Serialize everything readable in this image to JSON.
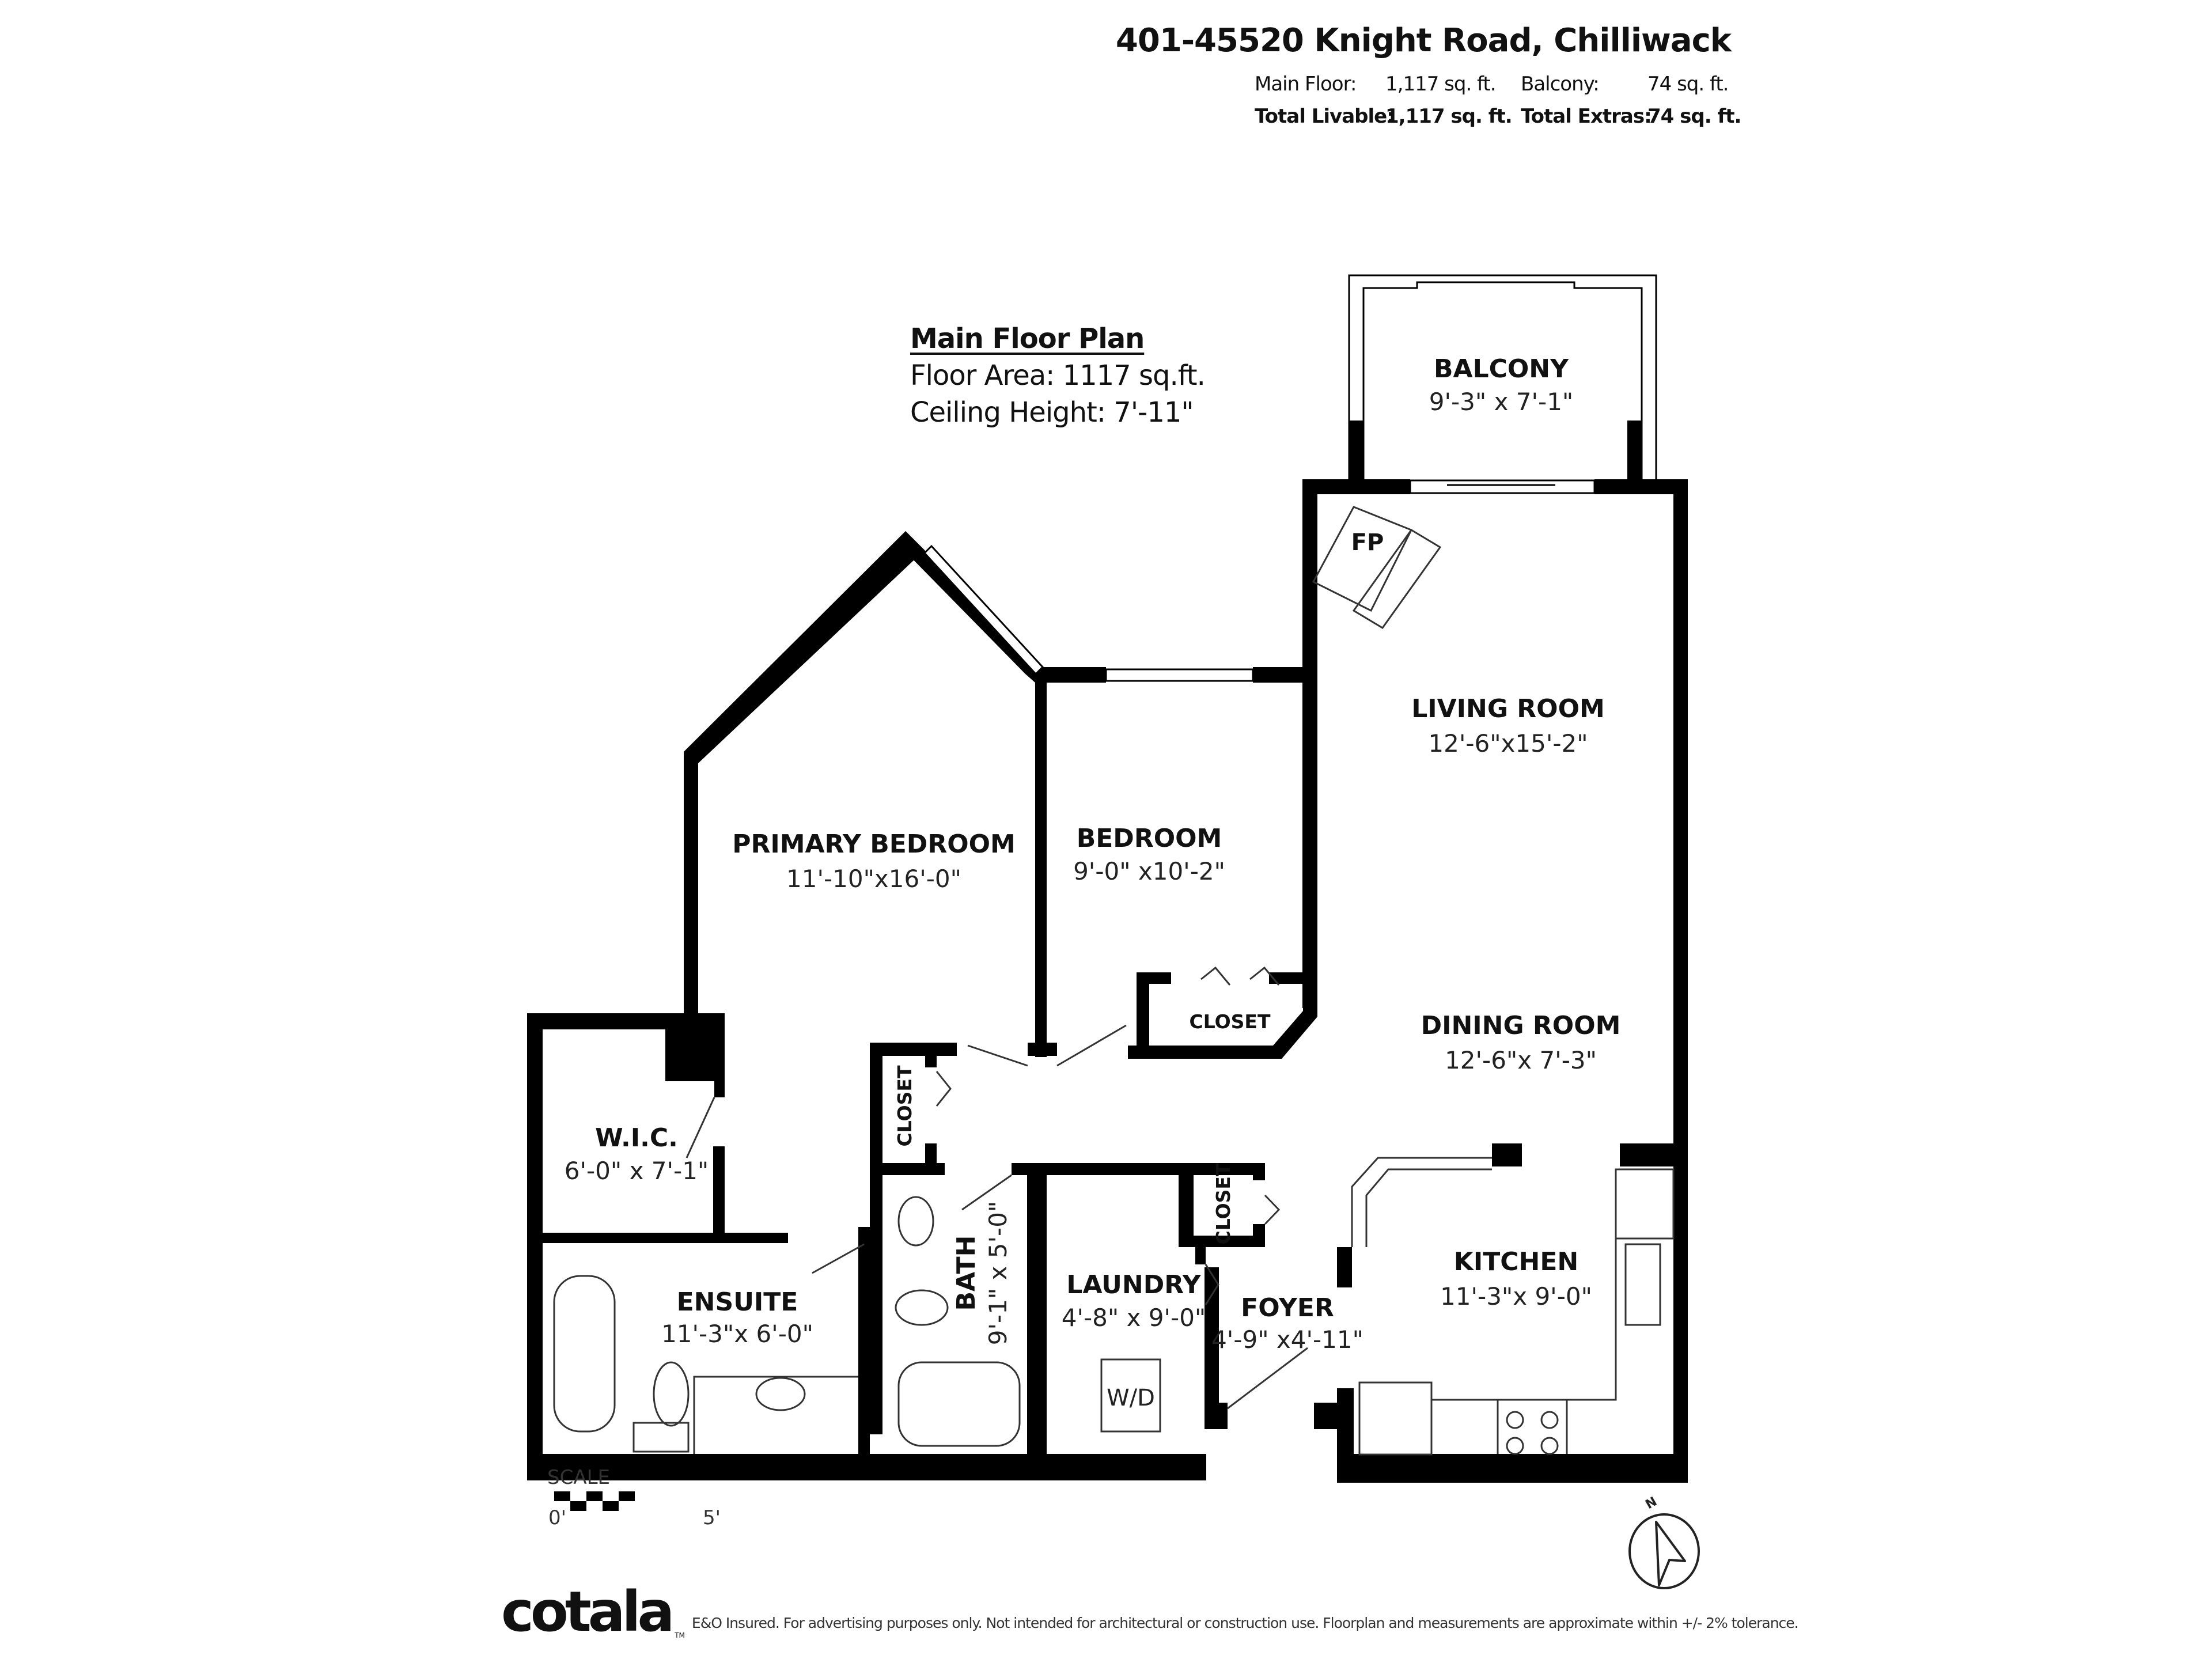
{
  "header": {
    "address": "401-45520 Knight Road, Chilliwack",
    "rows": [
      {
        "label1": "Main Floor:",
        "value1": "1,117 sq. ft.",
        "label2": "Balcony:",
        "value2": "74 sq. ft."
      },
      {
        "label1": "Total Livable:",
        "value1": "1,117 sq. ft.",
        "label2": "Total Extras:",
        "value2": "74 sq. ft."
      }
    ]
  },
  "plan_info": {
    "title": "Main Floor Plan",
    "floor_area": "Floor Area: 1117 sq.ft.",
    "ceiling_height": "Ceiling Height: 7'-11\""
  },
  "rooms": [
    {
      "id": "balcony",
      "name": "BALCONY",
      "dims": "9'-3\" x 7'-1\""
    },
    {
      "id": "living",
      "name": "LIVING ROOM",
      "dims": "12'-6\"x15'-2\""
    },
    {
      "id": "dining",
      "name": "DINING ROOM",
      "dims": "12'-6\"x 7'-3\""
    },
    {
      "id": "kitchen",
      "name": "KITCHEN",
      "dims": "11'-3\"x 9'-0\""
    },
    {
      "id": "primary",
      "name": "PRIMARY BEDROOM",
      "dims": "11'-10\"x16'-0\""
    },
    {
      "id": "bedroom",
      "name": "BEDROOM",
      "dims": "9'-0\" x10'-2\""
    },
    {
      "id": "wic",
      "name": "W.I.C.",
      "dims": "6'-0\" x 7'-1\""
    },
    {
      "id": "ensuite",
      "name": "ENSUITE",
      "dims": "11'-3\"x 6'-0\""
    },
    {
      "id": "bath",
      "name": "BATH",
      "dims": "9'-1\" x 5'-0\""
    },
    {
      "id": "laundry",
      "name": "LAUNDRY",
      "dims": "4'-8\" x 9'-0\""
    },
    {
      "id": "foyer",
      "name": "FOYER",
      "dims": "4'-9\" x4'-11\""
    }
  ],
  "labels": {
    "closet": "CLOSET",
    "fireplace": "FP",
    "washer_dryer": "W/D"
  },
  "scale": {
    "title": "SCALE",
    "start": "0'",
    "end": "5'"
  },
  "compass": {
    "letter": "N"
  },
  "footer": {
    "logo": "cotala",
    "trademark": "TM",
    "disclaimer": "E&O Insured. For advertising purposes only. Not intended for architectural or construction use. Floorplan and measurements are approximate within +/- 2% tolerance."
  },
  "colors": {
    "wall": "#000000",
    "background": "#ffffff",
    "text": "#111111"
  }
}
